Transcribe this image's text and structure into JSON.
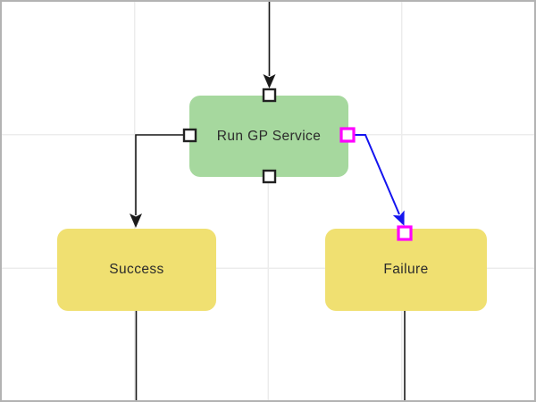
{
  "diagram": {
    "nodes": {
      "process": {
        "label": "Run GP Service",
        "type": "process"
      },
      "success": {
        "label": "Success",
        "type": "outcome"
      },
      "failure": {
        "label": "Failure",
        "type": "outcome"
      }
    },
    "links": [
      {
        "from": "start (off-canvas top)",
        "to": "process",
        "state": "normal"
      },
      {
        "from": "process-left-port",
        "to": "success",
        "state": "normal"
      },
      {
        "from": "process-right-port",
        "to": "failure-top-port",
        "state": "selected"
      },
      {
        "from": "success",
        "to": "off-canvas bottom",
        "state": "normal"
      },
      {
        "from": "failure",
        "to": "off-canvas bottom",
        "state": "normal"
      }
    ],
    "ports": [
      {
        "node": "process",
        "side": "top",
        "state": "normal"
      },
      {
        "node": "process",
        "side": "left",
        "state": "normal"
      },
      {
        "node": "process",
        "side": "right",
        "state": "selected"
      },
      {
        "node": "process",
        "side": "bottom",
        "state": "normal"
      },
      {
        "node": "failure",
        "side": "top",
        "state": "selected"
      }
    ],
    "colors": {
      "process_fill": "#a6d89e",
      "outcome_fill": "#f0e071",
      "link": "#1a1a1a",
      "selected_link": "#1414ef",
      "selected_port": "#ff00ff",
      "port_border": "#222222",
      "port_fill": "#ffffff",
      "text": "#2b2b2b",
      "grid_line": "#ececec",
      "canvas_border": "#b3b3b3"
    }
  }
}
